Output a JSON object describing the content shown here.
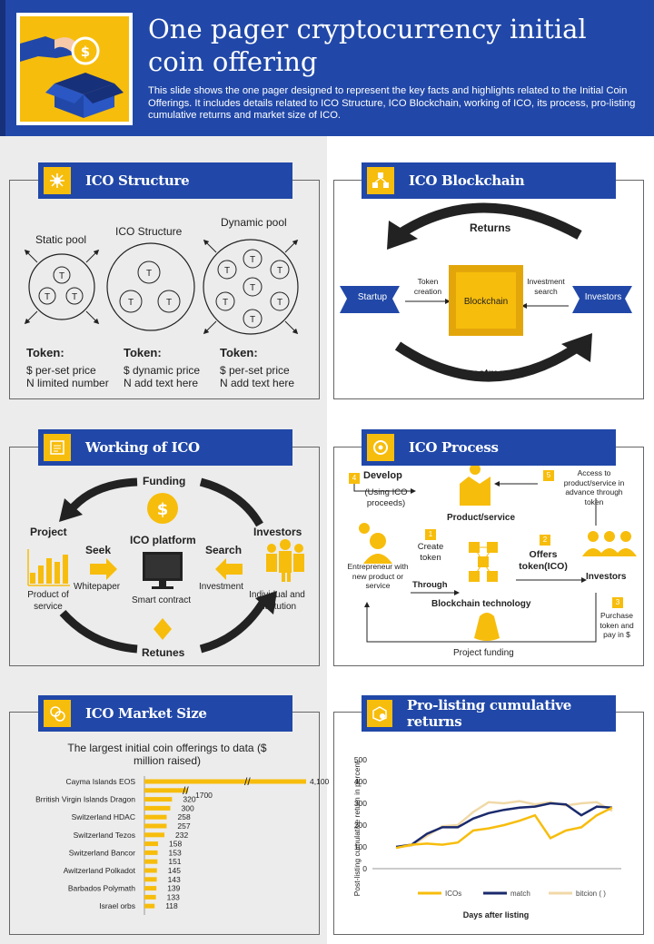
{
  "header": {
    "title": "One pager cryptocurrency initial coin offering",
    "subtitle": "This slide shows the one pager designed to represent the key facts and highlights related to the Initial Coin Offerings. It includes details related to ICO Structure, ICO Blockchain, working of ICO, its process, pro-listing cumulative returns and market size of ICO."
  },
  "colors": {
    "blue": "#2148a8",
    "yellow": "#f7bd0c",
    "navy": "#1a2a6c",
    "tan": "#f0d9a8",
    "dark": "#222222"
  },
  "structure": {
    "title": "ICO Structure",
    "pools": [
      {
        "label": "Static pool",
        "token_title": "Token:",
        "line1": "$ per-set price",
        "line2": "N limited number"
      },
      {
        "label": "ICO Structure",
        "token_title": "Token:",
        "line1": "$ dynamic price",
        "line2": "N add text here"
      },
      {
        "label": "Dynamic pool",
        "token_title": "Token:",
        "line1": "$ per-set price",
        "line2": "N add text here"
      }
    ],
    "token_letter": "T"
  },
  "blockchain": {
    "title": "ICO Blockchain",
    "returns": "Returns",
    "investments": "Investments",
    "startup": "Startup",
    "investors": "Investors",
    "center": "Blockchain",
    "token_creation": "Token creation",
    "investment_search": "Investment search"
  },
  "working": {
    "title": "Working of ICO",
    "funding": "Funding",
    "project": "Project",
    "investors": "Investors",
    "platform": "ICO platform",
    "seek": "Seek",
    "search": "Search",
    "whitepaper": "Whitepaper",
    "investment": "Investment",
    "product": "Product of service",
    "smart": "Smart contract",
    "individual": "Individual and institution",
    "retunes": "Retunes"
  },
  "process": {
    "title": "ICO Process",
    "develop": "Develop",
    "develop_sub": "(Using ICO proceeds)",
    "product": "Product/service",
    "access": "Access to product/service in advance through token",
    "entrepreneur": "Entrepreneur with new product or service",
    "create_token": "Create token",
    "through": "Through",
    "offers": "Offers token(ICO)",
    "investors": "Investors",
    "blockchain": "Blockchain technology",
    "purchase": "Purchase token and pay in $",
    "funding": "Project funding",
    "steps": [
      "1",
      "2",
      "3",
      "4",
      "5"
    ]
  },
  "market": {
    "title": "ICO Market Size",
    "chart_title": "The largest initial coin offerings to data ($ million raised)"
  },
  "returns": {
    "title": "Pro-listing cumulative returns"
  },
  "chart_data": [
    {
      "type": "bar",
      "title": "The largest initial coin offerings to data ($ million raised)",
      "categories": [
        "Cayma Islands EOS",
        "",
        "Brritish Virgin Islands Dragon",
        "",
        "Switzerland HDAC",
        "",
        "Switzerland Tezos",
        "",
        "Switzerland Bancor",
        "",
        "Awitzerland Polkadot",
        "",
        "Barbados Polymath",
        "",
        "Israel orbs"
      ],
      "values": [
        4100,
        1700,
        320,
        300,
        258,
        257,
        232,
        158,
        153,
        151,
        145,
        143,
        139,
        133,
        118
      ],
      "value_labels": [
        "4,100",
        "1700",
        "320",
        "300",
        "258",
        "257",
        "232",
        "158",
        "153",
        "151",
        "145",
        "143",
        "139",
        "133",
        "118"
      ],
      "axis_break": true,
      "color": "#f7bd0c"
    },
    {
      "type": "line",
      "title": "",
      "xlabel": "Days after listing",
      "ylabel": "Post-listing cumulative return in percent",
      "ylim": [
        0,
        500
      ],
      "yticks": [
        "0",
        "100",
        "200",
        "300",
        "400",
        "500"
      ],
      "series": [
        {
          "name": "ICOs",
          "color": "#f7bd0c",
          "values": [
            95,
            110,
            115,
            110,
            120,
            175,
            185,
            200,
            220,
            245,
            140,
            175,
            190,
            245,
            280
          ]
        },
        {
          "name": "match",
          "color": "#1a2a6c",
          "values": [
            100,
            110,
            160,
            190,
            190,
            230,
            255,
            270,
            280,
            285,
            300,
            295,
            245,
            285,
            280
          ]
        },
        {
          "name": "bitcion ( )",
          "color": "#f0d9a8",
          "values": [
            100,
            105,
            150,
            195,
            200,
            260,
            305,
            300,
            310,
            295,
            305,
            290,
            300,
            305,
            265
          ]
        }
      ]
    }
  ]
}
